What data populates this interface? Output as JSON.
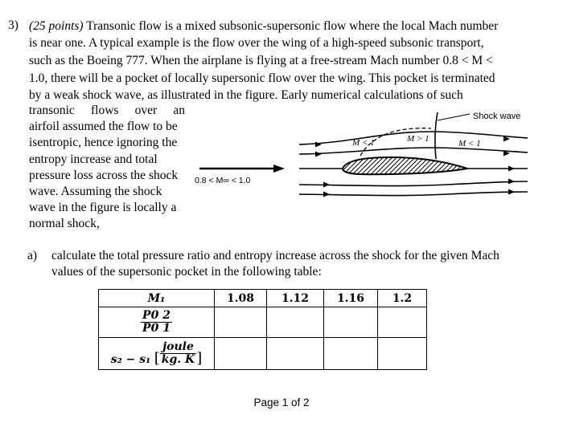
{
  "question": {
    "number": "3)",
    "points": "(25 points)",
    "lines": [
      "Transonic flow is a mixed subsonic-supersonic flow where the local Mach number",
      "is near one. A typical example is the flow over the wing of a high-speed subsonic transport,",
      "such as the Boeing 777. When the airplane is flying at a free-stream Mach number 0.8 < M <",
      "1.0, there will be a pocket of locally supersonic flow over the wing. This pocket is terminated",
      "by a weak shock wave, as illustrated in the figure. Early numerical calculations of such"
    ],
    "left_words": [
      "transonic",
      "flows",
      "over",
      "an"
    ],
    "left_lines": [
      "airfoil assumed the flow to be",
      "isentropic, hence ignoring the",
      "entropy increase and total",
      "pressure loss across the shock",
      "wave. Assuming the shock",
      "wave in the figure is locally a",
      "normal shock,"
    ]
  },
  "figure": {
    "shock_label": "Shock wave",
    "freestream_label": "0.8 < M∞ < 1.0",
    "mach_left": "M < 1",
    "mach_mid": "M > 1",
    "mach_right": "M < 1"
  },
  "part_a": {
    "label": "a)",
    "text": "calculate the total pressure ratio and entropy increase across the shock for the given Mach values of the supersonic pocket in the following table:"
  },
  "table": {
    "m1_label": "M₁",
    "ratio_num": "P0 2",
    "ratio_den": "P0 1",
    "entropy_label": "s₂ − s₁",
    "unit_num": "joule",
    "unit_den": "kg. K",
    "mach_values": [
      "1.08",
      "1.12",
      "1.16",
      "1.2"
    ]
  },
  "footer": {
    "page": "Page 1 of 2"
  }
}
